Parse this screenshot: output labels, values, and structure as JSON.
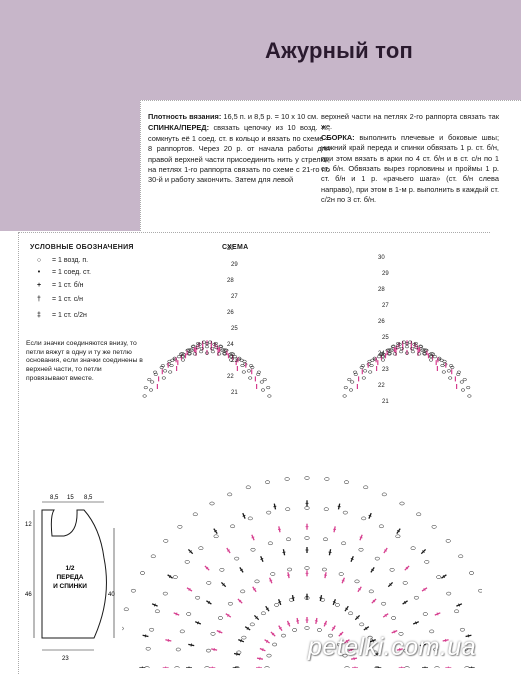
{
  "colors": {
    "background_purple": "#c7b6c9",
    "accent_pink": "#d63d8e",
    "ink": "#1a1a1a"
  },
  "title": "Ажурный топ",
  "text": {
    "density_label": "Плотность вязания:",
    "density_value": "16,5 п. и 8,5 р. = 10 x 10 см.",
    "back_label": "СПИНКА/ПЕРЕД:",
    "back_text": "связать цепочку из 10 возд. п., сомкнуть её 1 соед. ст. в кольцо и вязать по схеме = 8 раппортов. Через 20 р. от начала работы для правой верхней части присоединить нить у стрелки, на петлях 1-го раппорта связать по схеме с 21-го по 30-й и работу закончить. Затем для левой",
    "right_intro": "верхней части на петлях 2-го раппорта связать так же.",
    "assembly_label": "СБОРКА:",
    "assembly_text": "выполнить плечевые и боковые швы; нижний край переда и спинки обвязать 1 р. ст. б/н, при этом вязать в арки по 4 ст. б/н и в ст. с/н по 1 ст. б/н. Обвязать вырез горловины и проймы 1 р. ст. б/н и 1 р. «рачьего шага» (ст. б/н слева направо), при этом в 1-м р. выполнить в каждый ст. с/2н по 3 ст. б/н."
  },
  "legend": {
    "title": "УСЛОВНЫЕ ОБОЗНАЧЕНИЯ",
    "items": [
      {
        "symbol": "○",
        "label": "= 1 возд. п."
      },
      {
        "symbol": "•",
        "label": "= 1 соед. ст."
      },
      {
        "symbol": "+",
        "label": "= 1 ст. б/н"
      },
      {
        "symbol": "†",
        "label": "= 1 ст. с/н"
      },
      {
        "symbol": "‡",
        "label": "= 1 ст. с/2н"
      }
    ],
    "note": "Если значки соединяются внизу, то петли вяжут в одну и ту же петлю основания, если значки соединены в верхней части, то петли провязывают вместе."
  },
  "scheme": {
    "title": "СХЕМА",
    "row_labels": [
      "30",
      "29",
      "28",
      "27",
      "26",
      "25",
      "24",
      "23",
      "22",
      "21",
      "21",
      "22",
      "23",
      "24",
      "25",
      "26",
      "27",
      "28",
      "29",
      "30"
    ]
  },
  "pattern": {
    "top_widths": [
      "8,5",
      "15",
      "8,5"
    ],
    "left_dims": [
      "12",
      "46"
    ],
    "right_dim": "40",
    "bottom_dim": "23",
    "label_line1": "1/2",
    "label_line2": "ПЕРЕДА",
    "label_line3": "И СПИНКИ"
  },
  "watermark": "petelki.com.ua"
}
